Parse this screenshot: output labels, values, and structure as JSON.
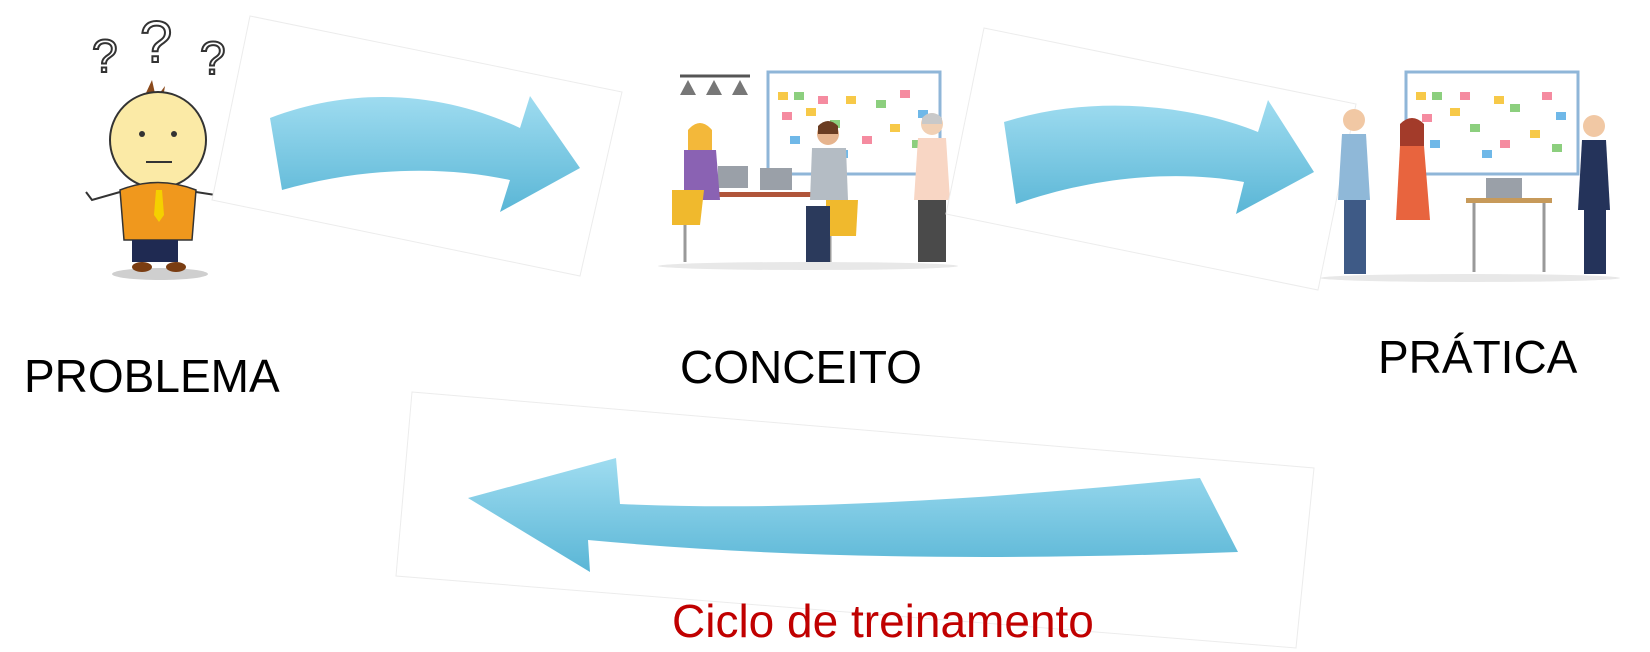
{
  "stages": [
    {
      "label": "PROBLEMA",
      "icon": "confused-person-icon"
    },
    {
      "label": "CONCEITO",
      "icon": "team-meeting-board-icon"
    },
    {
      "label": "PRÁTICA",
      "icon": "team-board-review-icon"
    }
  ],
  "caption": "Ciclo de treinamento",
  "colors": {
    "arrow": "#7ccbe6",
    "arrow_shade": "#5ab6d6",
    "caption": "#c00000"
  }
}
